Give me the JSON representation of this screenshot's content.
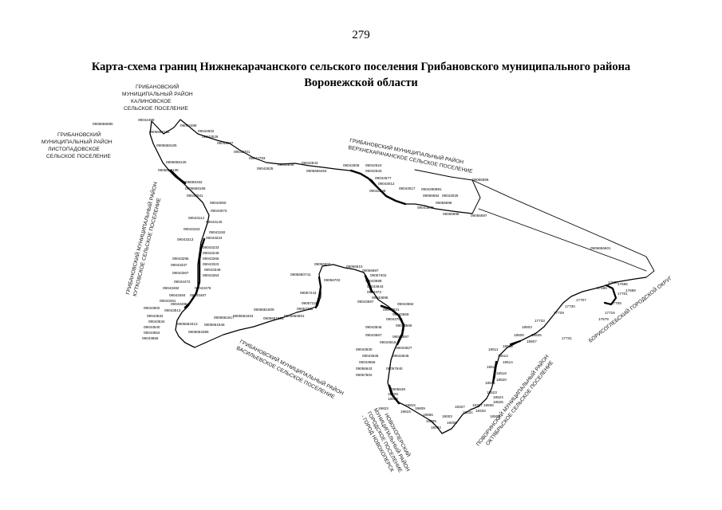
{
  "page_number": "279",
  "title_line1": "Карта-схема границ Нижнекарачанского сельского поселения Грибановского муниципального района",
  "title_line2": "Воронежской области",
  "neighbour_labels": [
    {
      "lines": [
        "ГРИБАНОВСКИЙ",
        "МУНИЦИПАЛЬНЫЙ РАЙОН",
        "КАЛИНОВСКОЕ",
        "СЕЛЬСКОЕ ПОСЕЛЕНИЕ"
      ]
    },
    {
      "lines": [
        "ГРИБАНОВСКИЙ",
        "МУНИЦИПАЛЬНЫЙ РАЙОН",
        "ЛИСТОПАДОВСКОЕ",
        "СЕЛЬСКОЕ ПОСЕЛЕНИЕ"
      ]
    },
    {
      "lines": [
        "ГРИБАНОВСКИЙ МУНИЦИПАЛЬНЫЙ РАЙОН",
        "ВЕРХНЕКАРАЧАНСКОЕ СЕЛЬСКОЕ ПОСЕЛЕНИЕ"
      ]
    },
    {
      "lines": [
        "ГРИБАНОВСКИЙ МУНИЦИПАЛЬНЫЙ РАЙОН",
        "КУТКОВСКОЕ СЕЛЬСКОЕ ПОСЕЛЕНИЕ"
      ]
    },
    {
      "lines": [
        "ГРИБАНОВСКИЙ МУНИЦИПАЛЬНЫЙ РАЙОН",
        "ВАСИЛЬЕВСКОЕ СЕЛЬСКОЕ ПОСЕЛЕНИЕ"
      ]
    },
    {
      "lines": [
        "НОВОХОПЕРСКИЙ",
        "МУНИЦИПАЛЬНЫЙ РАЙОН",
        "ГОРОДСКОЕ ПОСЕЛЕНИЕ",
        "- ГОРОД НОВОХОПЕРСК"
      ]
    },
    {
      "lines": [
        "ПОВОРИНСКИЙ МУНИЦИПАЛЬНЫЙ РАЙОН",
        "ОКТЯБРЬСКОЕ СЕЛЬСКОЕ ПОСЕЛЕНИЕ"
      ]
    },
    {
      "lines": [
        "БОРИСОГЛЕБСКИЙ ГОРОДСКОЙ ОКРУГ"
      ]
    }
  ],
  "point_labels": [
    "0905658080",
    "09042489",
    "09042498",
    "0905658102",
    "09042502",
    "09042526",
    "0905658105",
    "09042567",
    "09042701",
    "09042783",
    "09042825",
    "09042836",
    "09042843",
    "0905656454",
    "09042506",
    "09042524",
    "09042533",
    "09042577",
    "09043012",
    "09043017",
    "09042948",
    "09056586",
    "09056592",
    "0904290881",
    "09043025",
    "09056595",
    "09043848",
    "09056596",
    "09056597",
    "0905656601",
    "0905658125",
    "0905658130",
    "0905658162",
    "0905658165",
    "09043031",
    "09043050",
    "09043073",
    "09043114",
    "09043140",
    "09043153",
    "09043182",
    "09043213",
    "09043224",
    "09043233",
    "09043249",
    "09043265",
    "09043295",
    "09043323",
    "09043337",
    "09043349",
    "09043363",
    "09043367",
    "09043472",
    "09043476",
    "09043482",
    "09043484",
    "09043487",
    "09043491",
    "09043496",
    "09043502",
    "09043513",
    "09043532",
    "09043534",
    "09043540",
    "09043554",
    "09043565",
    "0905663413",
    "0905663386",
    "0905661846",
    "0905661824",
    "0905661817",
    "0905661809",
    "0905661806",
    "0905660801",
    "0905660741",
    "09056607",
    "09056610",
    "09056697",
    "09057402",
    "09057243",
    "09057226",
    "09057282",
    "09056702",
    "09043688",
    "09043643",
    "0904373",
    "09043695",
    "09043697",
    "09043692",
    "09043621",
    "09043669",
    "09043708",
    "09043546",
    "09043565",
    "09043567",
    "09043597",
    "09043615",
    "09043627",
    "09043630",
    "09043635",
    "09043645",
    "09043656",
    "09056643",
    "09057602",
    "09057640",
    "0905648",
    "19829",
    "19823",
    "19819",
    "19815",
    "19815",
    "19809",
    "19866",
    "19869",
    "19004",
    "19003",
    "19008",
    "18327",
    "18331",
    "18333",
    "18307",
    "18509",
    "18506",
    "18523",
    "18524",
    "18525",
    "18521",
    "18517",
    "18518",
    "18520",
    "18512",
    "18511",
    "18514",
    "18508",
    "18506",
    "18503",
    "18505",
    "18507",
    "17733",
    "17731",
    "17729",
    "17730",
    "17707",
    "17696",
    "17690",
    "17685",
    "17689",
    "17701",
    "17708",
    "17716",
    "17679"
  ]
}
